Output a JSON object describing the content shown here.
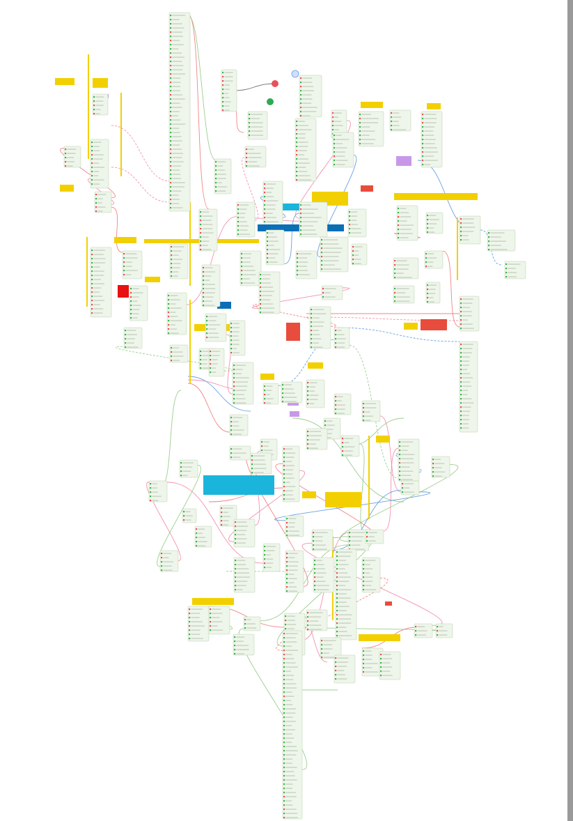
{
  "canvas": {
    "background": "#ffffff",
    "scrollbar_color": "#9a9a9a"
  },
  "palette": {
    "node_fill": "#eef5ea",
    "node_stroke": "#b9d3ad",
    "port_green": "#3fb34a",
    "port_red": "#e8505a",
    "edge_red": "#ef6f6f",
    "edge_pink": "#f27ea0",
    "edge_green": "#8ac77a",
    "edge_blue": "#4f8fdc",
    "note_yellow": "#f2d000",
    "note_cyan": "#1bb5dc",
    "note_blue": "#0a6fb5",
    "note_red": "#e84c3d",
    "note_purple": "#c898e8"
  },
  "notes": [
    {
      "id": "cyan-banner",
      "text": "",
      "color": "#1bb5dc"
    },
    {
      "id": "yellow-note-1",
      "text": "",
      "color": "#f2d000"
    },
    {
      "id": "yellow-note-2",
      "text": "",
      "color": "#f2d000"
    },
    {
      "id": "red-square",
      "text": "",
      "color": "#e81010"
    }
  ],
  "icons": [
    "circle-node-icon",
    "port-icon"
  ]
}
